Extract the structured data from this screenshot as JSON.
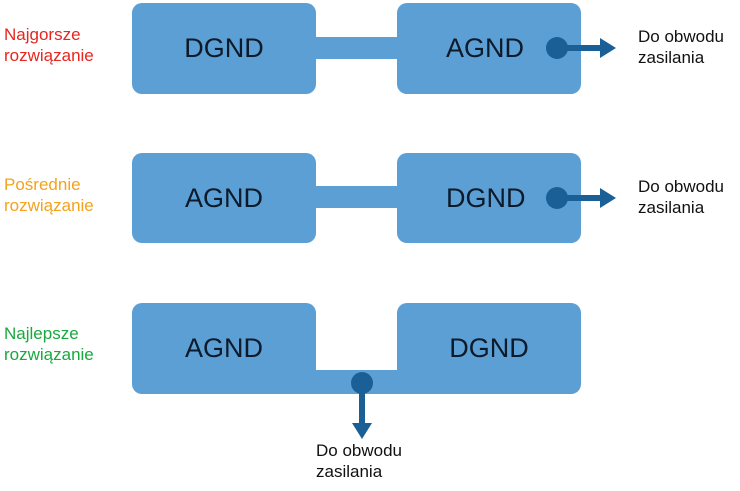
{
  "rows": [
    {
      "label_line1": "Najgorsze",
      "label_line2": "rozwiązanie",
      "label_color": "#e8251f",
      "left_block": "DGND",
      "right_block": "AGND",
      "output_line1": "Do obwodu",
      "output_line2": "zasilania"
    },
    {
      "label_line1": "Pośrednie",
      "label_line2": "rozwiązanie",
      "label_color": "#f4a21c",
      "left_block": "AGND",
      "right_block": "DGND",
      "output_line1": "Do obwodu",
      "output_line2": "zasilania"
    },
    {
      "label_line1": "Najlepsze",
      "label_line2": "rozwiązanie",
      "label_color": "#19a83e",
      "left_block": "AGND",
      "right_block": "DGND",
      "output_line1": "Do obwodu",
      "output_line2": "zasilania"
    }
  ],
  "colors": {
    "block_fill": "#5b9fd4",
    "connector": "#1a5f96"
  }
}
